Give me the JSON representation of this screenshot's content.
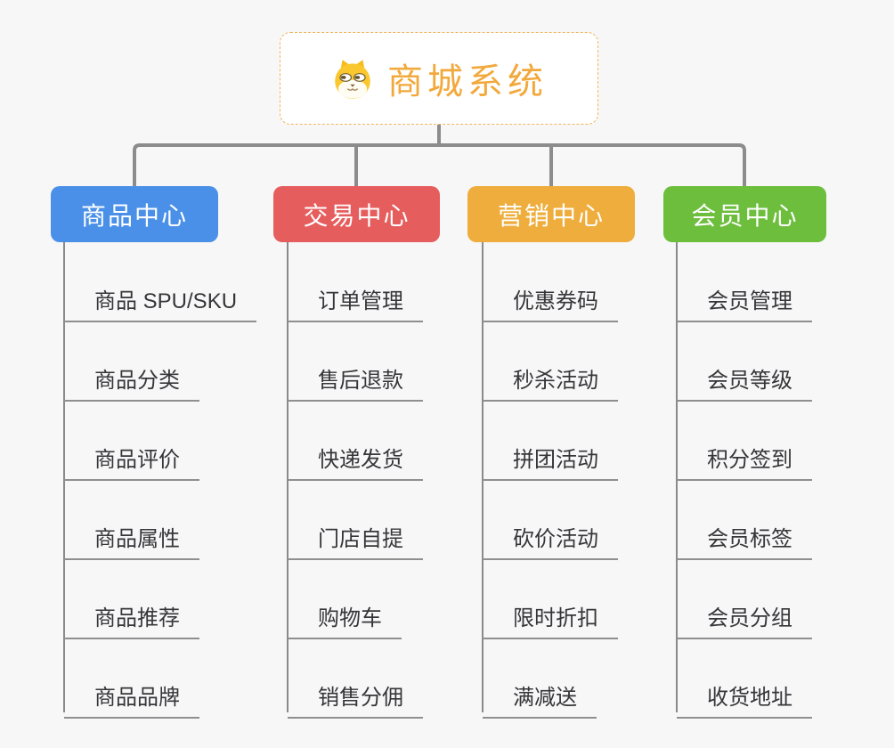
{
  "root": {
    "title": "商城系统",
    "icon": "dog-face-icon",
    "text_color": "#f2a93c",
    "border_color": "#f0b45e"
  },
  "branches": [
    {
      "label": "商品中心",
      "color": "#4a90e8",
      "children": [
        "商品 SPU/SKU",
        "商品分类",
        "商品评价",
        "商品属性",
        "商品推荐",
        "商品品牌"
      ]
    },
    {
      "label": "交易中心",
      "color": "#e65d5d",
      "children": [
        "订单管理",
        "售后退款",
        "快递发货",
        "门店自提",
        "购物车",
        "销售分佣"
      ]
    },
    {
      "label": "营销中心",
      "color": "#eead3c",
      "children": [
        "优惠券码",
        "秒杀活动",
        "拼团活动",
        "砍价活动",
        "限时折扣",
        "满减送"
      ]
    },
    {
      "label": "会员中心",
      "color": "#6dbe3d",
      "children": [
        "会员管理",
        "会员等级",
        "积分签到",
        "会员标签",
        "会员分组",
        "收货地址"
      ]
    }
  ],
  "colors": {
    "background": "#f7f7f7",
    "connector": "#8c8c8c",
    "spine": "#8a8a8a",
    "underline": "#8f8f8f",
    "leaf_text": "#36363a"
  }
}
